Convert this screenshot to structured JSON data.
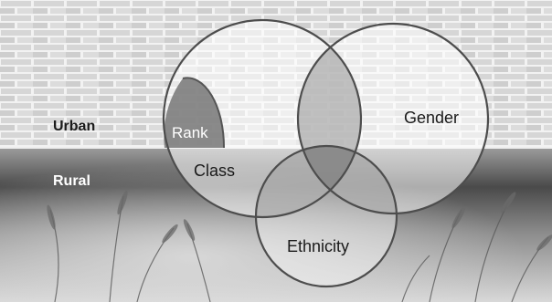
{
  "regions": {
    "urban_label": "Urban",
    "rural_label": "Rural"
  },
  "sets": {
    "rank": "Rank",
    "gender": "Gender",
    "class": "Class",
    "ethnicity": "Ethnicity"
  },
  "colors": {
    "sky_light": "#bdbdbd",
    "sky_dark": "#3c3c3c",
    "brick": "#d2d2d2",
    "mortar": "#f2f2f2",
    "outline": "#555555",
    "rank_fill": "#8a8a8a",
    "overlap_fill": "#7a7a7a"
  }
}
